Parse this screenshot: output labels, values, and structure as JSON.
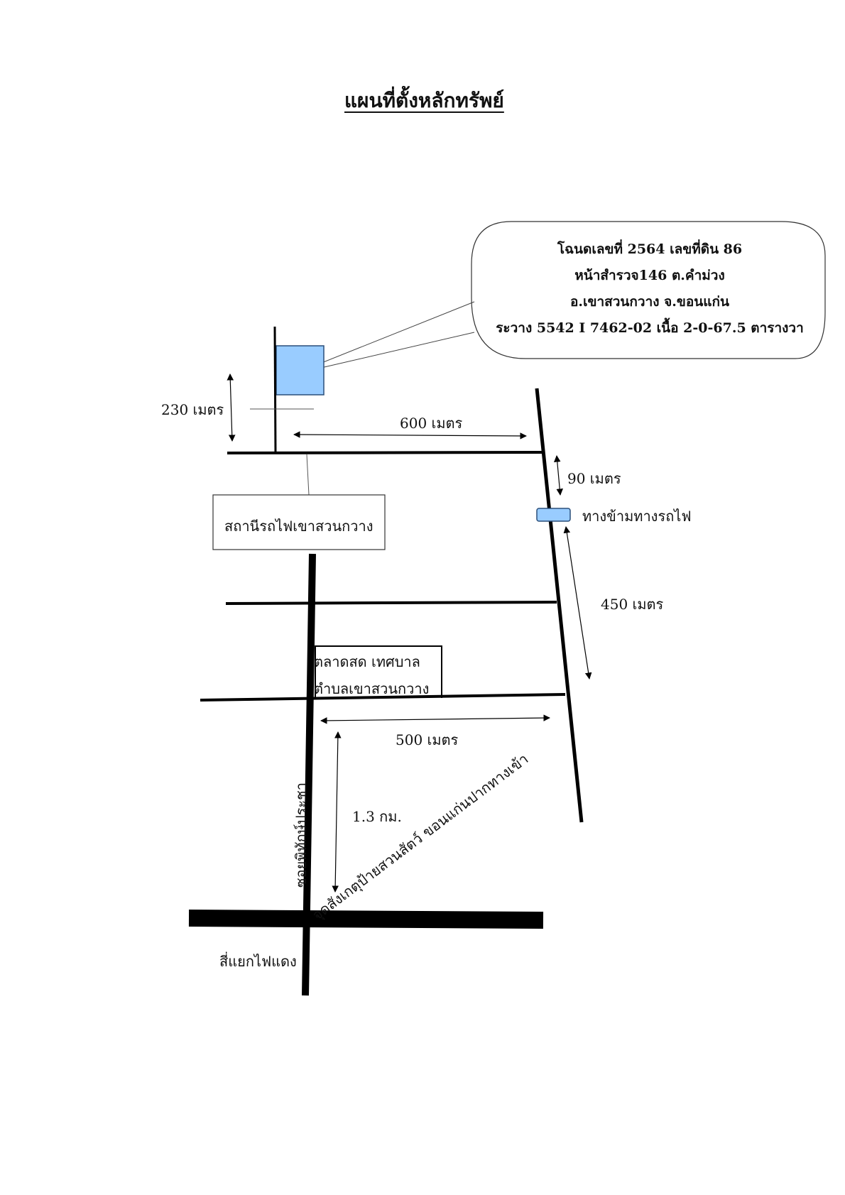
{
  "title": "แผนที่ตั้งหลักทรัพย์",
  "property_info": {
    "line1": "โฉนดเลขที่ 2564   เลขที่ดิน 86",
    "line2": "หน้าสำรวจ146 ต.คำม่วง",
    "line3": "อ.เขาสวนกวาง   จ.ขอนแก่น",
    "line4": "ระวาง 5542  I 7462-02  เนื้อ 2-0-67.5 ตารางวา"
  },
  "labels": {
    "dist_230": "230 เมตร",
    "dist_600": "600 เมตร",
    "dist_90": "90 เมตร",
    "railway_crossing": "ทางข้ามทางรถไฟ",
    "dist_450": "450 เมตร",
    "station": "สถานีรถไฟเขาสวนกวาง",
    "market_line1": "ตลาดสด เทศบาล",
    "market_line2": "ตำบลเขาสวนกวาง",
    "dist_500": "500 เมตร",
    "dist_1_3km": "1.3 กม.",
    "zoo_sign": "จุดสังเกตุป้ายสวนสัตว์ ขอนแก่นปากทางเข้า",
    "soi": "ซอยพิทักษ์ประชา",
    "intersection": "สี่แยกไฟแดง"
  },
  "colors": {
    "marker_fill": "#99ccff",
    "marker_stroke": "#2a4f7a",
    "road": "#000000"
  }
}
